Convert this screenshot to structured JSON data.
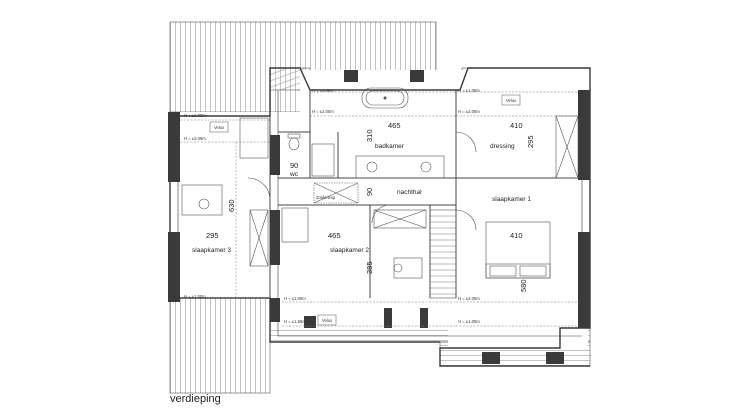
{
  "caption": "verdieping",
  "rooms": {
    "badkamer": "badkamer",
    "dressing": "dressing",
    "wc": "wc",
    "nachthal": "nachthal",
    "slaapkamer1": "slaapkamer 1",
    "slaapkamer2": "slaapkamer 2",
    "slaapkamer3": "slaapkamer 3",
    "zoldertrap": "Zoldertrap"
  },
  "dimensions": {
    "d465_top": "465",
    "d410_top": "410",
    "d310": "310",
    "d295_dress": "295",
    "d90_wc": "90",
    "d90_hall": "90",
    "d630": "630",
    "d295_left": "295",
    "d465_mid": "465",
    "d410_mid": "410",
    "d385": "385",
    "d580": "580"
  },
  "notes": {
    "h100": "H = ±1.00m",
    "h200": "H = ±2.00m",
    "h155": "H = ±1.55m",
    "velux": "Velux"
  },
  "colors": {
    "wall": "#3a3a3a",
    "line": "#555555",
    "roof": "#9a9a9a"
  }
}
